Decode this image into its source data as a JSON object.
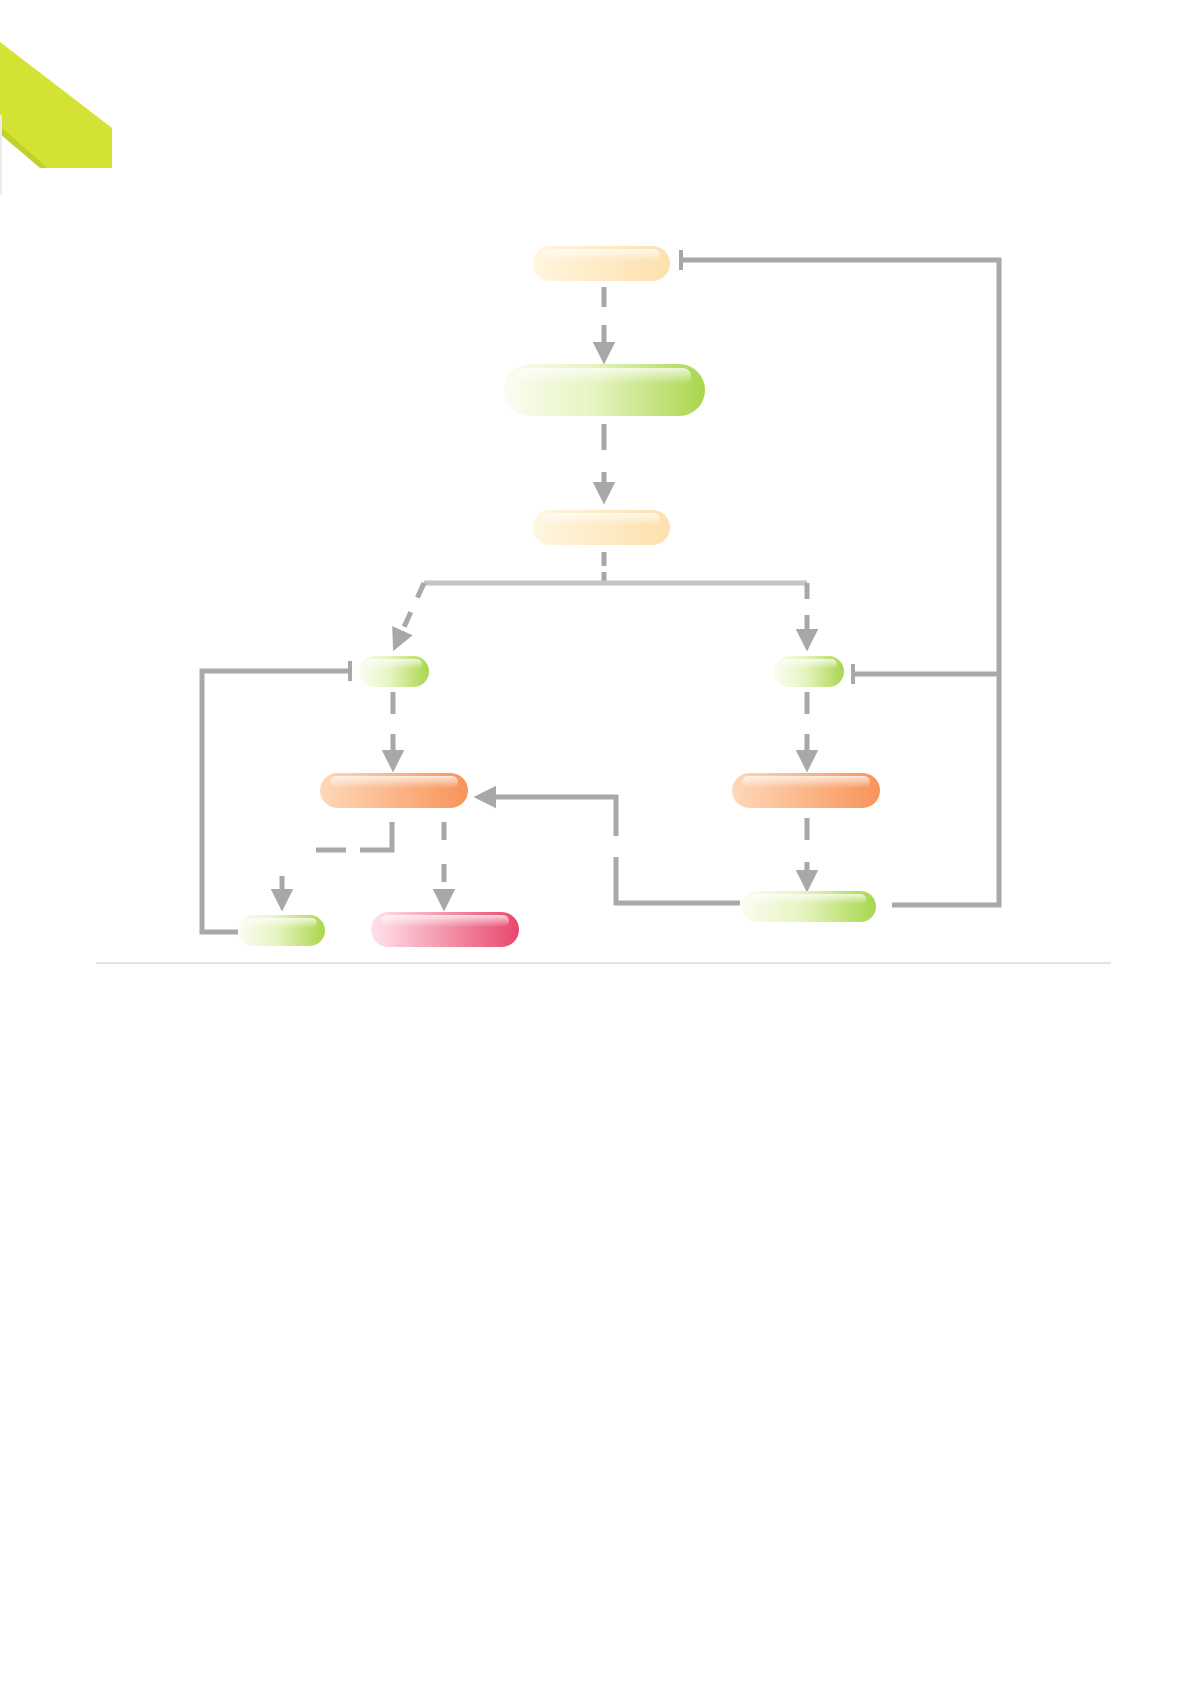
{
  "diagram": {
    "nodes": [
      {
        "id": "n-top",
        "label": "",
        "color": "peach"
      },
      {
        "id": "n-center",
        "label": "",
        "color": "green"
      },
      {
        "id": "n-mid",
        "label": "",
        "color": "peach"
      },
      {
        "id": "n-left-small",
        "label": "",
        "color": "green"
      },
      {
        "id": "n-right-small",
        "label": "",
        "color": "green"
      },
      {
        "id": "n-left-orange",
        "label": "",
        "color": "orange"
      },
      {
        "id": "n-right-orange",
        "label": "",
        "color": "orange"
      },
      {
        "id": "n-bottom-left-green",
        "label": "",
        "color": "green"
      },
      {
        "id": "n-bottom-red",
        "label": "",
        "color": "red"
      },
      {
        "id": "n-bottom-right-green",
        "label": "",
        "color": "green"
      }
    ],
    "edges": [
      {
        "from": "n-top",
        "to": "n-center",
        "kind": "activation",
        "style": "dashed"
      },
      {
        "from": "n-center",
        "to": "n-mid",
        "kind": "activation",
        "style": "dashed"
      },
      {
        "from": "n-mid",
        "to": "n-left-small",
        "kind": "activation",
        "style": "dashed"
      },
      {
        "from": "n-mid",
        "to": "n-right-small",
        "kind": "activation",
        "style": "dashed"
      },
      {
        "from": "n-left-small",
        "to": "n-left-orange",
        "kind": "activation",
        "style": "dashed"
      },
      {
        "from": "n-right-small",
        "to": "n-right-orange",
        "kind": "activation",
        "style": "dashed"
      },
      {
        "from": "n-left-orange",
        "to": "n-bottom-left-green",
        "kind": "activation",
        "style": "dashed"
      },
      {
        "from": "n-left-orange",
        "to": "n-bottom-red",
        "kind": "activation",
        "style": "dashed"
      },
      {
        "from": "n-right-orange",
        "to": "n-bottom-right-green",
        "kind": "activation",
        "style": "dashed"
      },
      {
        "from": "n-bottom-right-green",
        "to": "n-left-orange",
        "kind": "activation",
        "style": "solid"
      },
      {
        "from": "n-bottom-right-green",
        "to": "n-top",
        "kind": "inhibition",
        "style": "solid"
      },
      {
        "from": "n-bottom-right-green",
        "to": "n-right-small",
        "kind": "inhibition",
        "style": "solid"
      },
      {
        "from": "n-bottom-left-green",
        "to": "n-left-small",
        "kind": "inhibition",
        "style": "solid"
      }
    ]
  },
  "colors": {
    "accent": "#d4e233",
    "connector": "#a8a8a8",
    "divider": "#e3e3e3",
    "peach_light": "#fff6df",
    "peach_dark": "#fde0ad",
    "green_light": "#f7fbea",
    "green_dark": "#a8d64d",
    "orange_light": "#ffd5b2",
    "orange_dark": "#f7945a",
    "red_light": "#ffe0e6",
    "red_dark": "#e8476c"
  }
}
